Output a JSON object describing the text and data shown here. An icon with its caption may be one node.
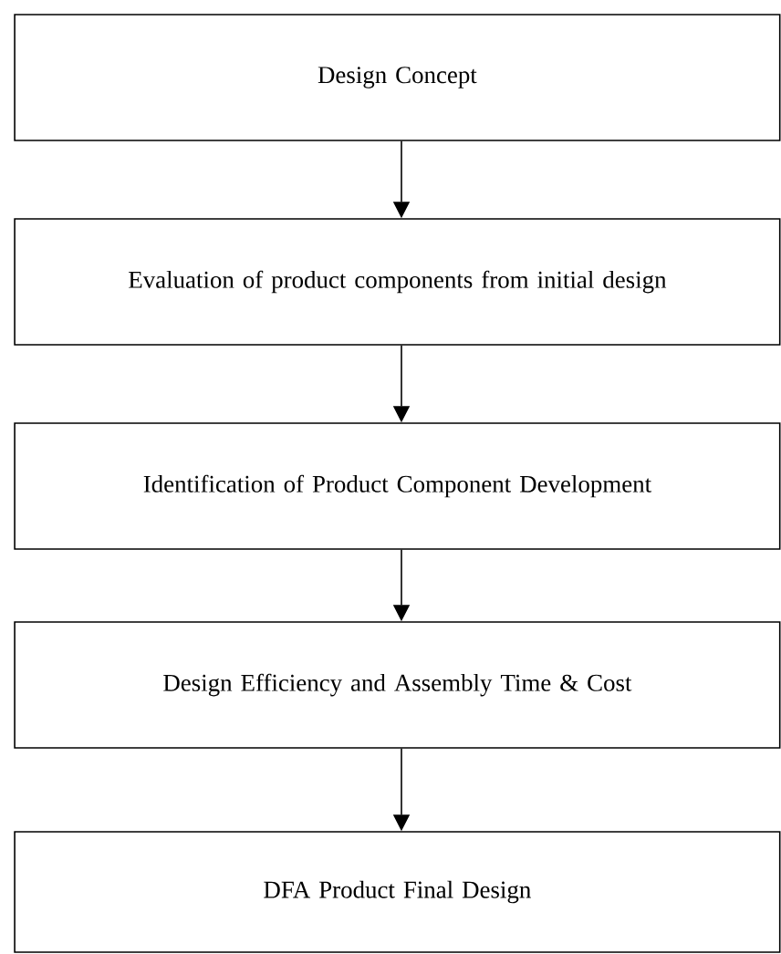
{
  "diagram": {
    "nodes": [
      {
        "text": [
          "Design Concept"
        ]
      },
      {
        "text": [
          "Evaluation of product components from initial design"
        ]
      },
      {
        "text": [
          "Identification of Product Component Development"
        ]
      },
      {
        "text": [
          "Design Efficiency and Assembly Time & Cost"
        ]
      },
      {
        "text": [
          "DFA Product Final Design"
        ]
      }
    ],
    "edges": [
      {
        "from": 0,
        "to": 1,
        "arrow": "to"
      },
      {
        "from": 1,
        "to": 2,
        "arrow": "to"
      },
      {
        "from": 2,
        "to": 3,
        "arrow": "to"
      },
      {
        "from": 3,
        "to": 4,
        "arrow": "to"
      }
    ]
  }
}
